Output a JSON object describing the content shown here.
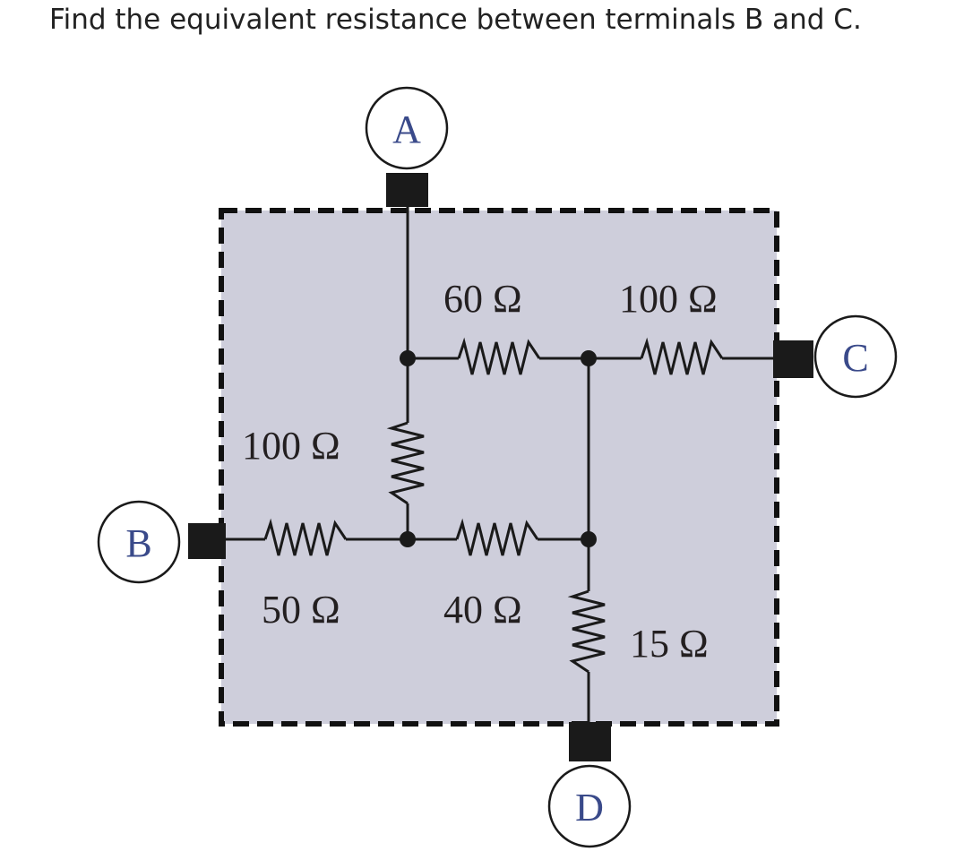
{
  "question": {
    "text": "Find the equivalent resistance between terminals B and C."
  },
  "diagram": {
    "colors": {
      "box_fill": "#cecedb",
      "wire": "#1a1a1a",
      "terminal_label": "#3a4a8a"
    },
    "terminals": {
      "a": "A",
      "b": "B",
      "c": "C",
      "d": "D"
    },
    "resistors": {
      "r60": "60 Ω",
      "r100_top": "100 Ω",
      "r100_left": "100 Ω",
      "r50": "50 Ω",
      "r40": "40 Ω",
      "r15": "15 Ω"
    }
  }
}
